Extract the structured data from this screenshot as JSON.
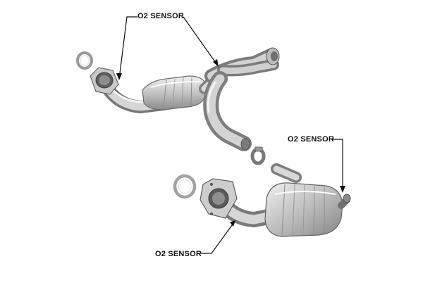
{
  "labels": {
    "top": "O2 SENSOR",
    "right": "O2 SENSOR",
    "bottom": "O2 SENSOR"
  }
}
